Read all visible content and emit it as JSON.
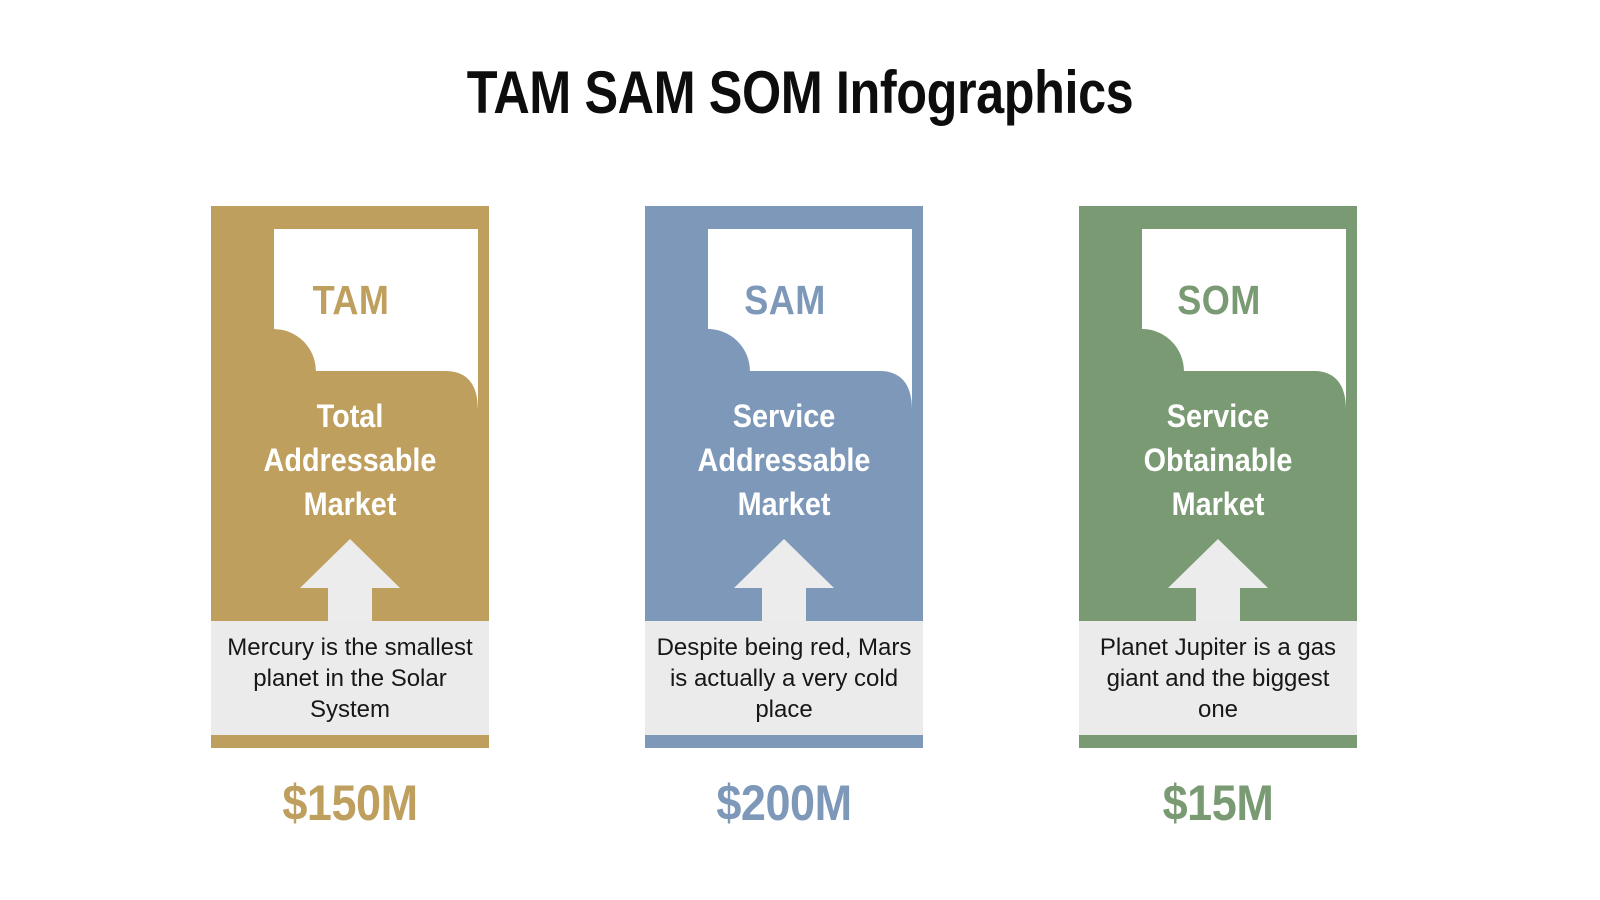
{
  "title": "TAM SAM SOM Infographics",
  "theme": {
    "background": "#ffffff",
    "title_color": "#0d0d0d",
    "description_bg": "#ebebeb",
    "description_text": "#171717",
    "arrow_color": "#ececec",
    "bubble_fill": "#ffffff"
  },
  "columns": [
    {
      "key": "tam",
      "color": "#bf9f5e",
      "badge": "TAM",
      "title_lines": [
        "Total",
        "Addressable",
        "Market"
      ],
      "title": "Total Addressable Market",
      "description": "Mercury is the smallest planet in the Solar System",
      "price": "$150M",
      "arrow_icon": "up-arrow-icon",
      "bubble_icon": "speech-bubble-icon"
    },
    {
      "key": "sam",
      "color": "#7d98b8",
      "badge": "SAM",
      "title_lines": [
        "Service",
        "Addressable",
        "Market"
      ],
      "title": "Service Addressable Market",
      "description": "Despite being red, Mars is actually a very cold place",
      "price": "$200M",
      "arrow_icon": "up-arrow-icon",
      "bubble_icon": "speech-bubble-icon"
    },
    {
      "key": "som",
      "color": "#799a72",
      "badge": "SOM",
      "title_lines": [
        "Service",
        "Obtainable",
        "Market"
      ],
      "title": "Service Obtainable Market",
      "description": "Planet Jupiter is a gas giant and the biggest one",
      "price": "$15M",
      "arrow_icon": "up-arrow-icon",
      "bubble_icon": "speech-bubble-icon"
    }
  ]
}
